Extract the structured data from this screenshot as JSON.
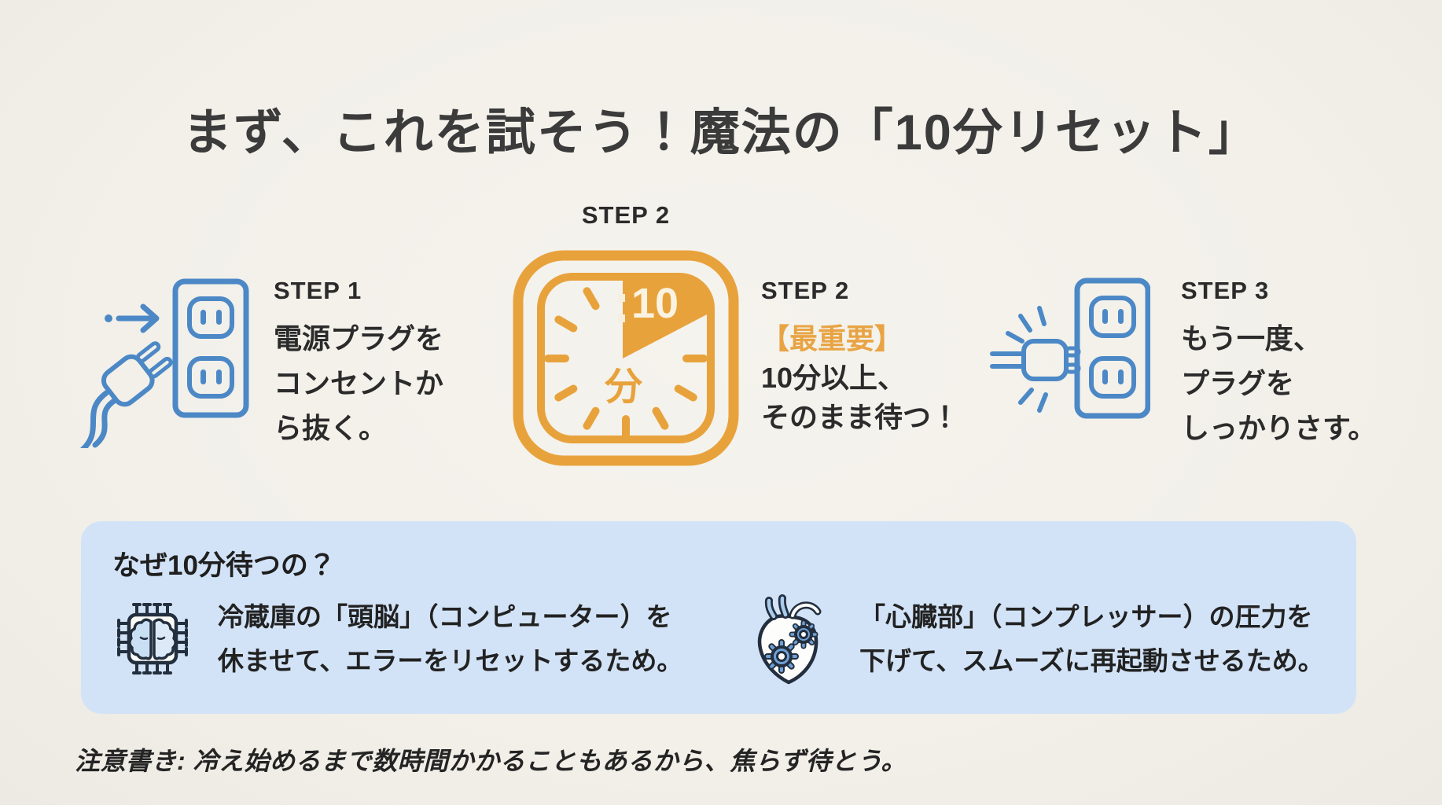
{
  "title": "まず、これを試そう！魔法の「10分リセット」",
  "steps": {
    "step2_top_label": "STEP 2",
    "step1": {
      "label": "STEP 1",
      "lines": [
        "電源プラグを",
        "コンセントか",
        "ら抜く。"
      ]
    },
    "step2": {
      "label": "STEP 2",
      "highlight": "【最重要】",
      "lines": [
        "10分以上、",
        "そのまま待つ！"
      ]
    },
    "step3": {
      "label": "STEP 3",
      "lines": [
        "もう一度、",
        "プラグを",
        "しっかりさす。"
      ]
    },
    "timer": {
      "value": "10",
      "unit": "分"
    }
  },
  "reason_box": {
    "heading": "なぜ10分待つの？",
    "reason1": {
      "lines": [
        "冷蔵庫の「頭脳」（コンピューター）を",
        "休ませて、エラーをリセットするため。"
      ]
    },
    "reason2": {
      "lines": [
        "「心臓部」（コンプレッサー）の圧力を",
        "下げて、スムーズに再起動させるため。"
      ]
    }
  },
  "footnote": "注意書き: 冷え始めるまで数時間かかることもあるから、焦らず待とう。",
  "colors": {
    "accent_orange": "#E8A23C",
    "icon_blue": "#4C88C6",
    "box_blue": "#D2E3F7",
    "text_dark": "#2B2B2B",
    "background": "#F2F0E9"
  }
}
